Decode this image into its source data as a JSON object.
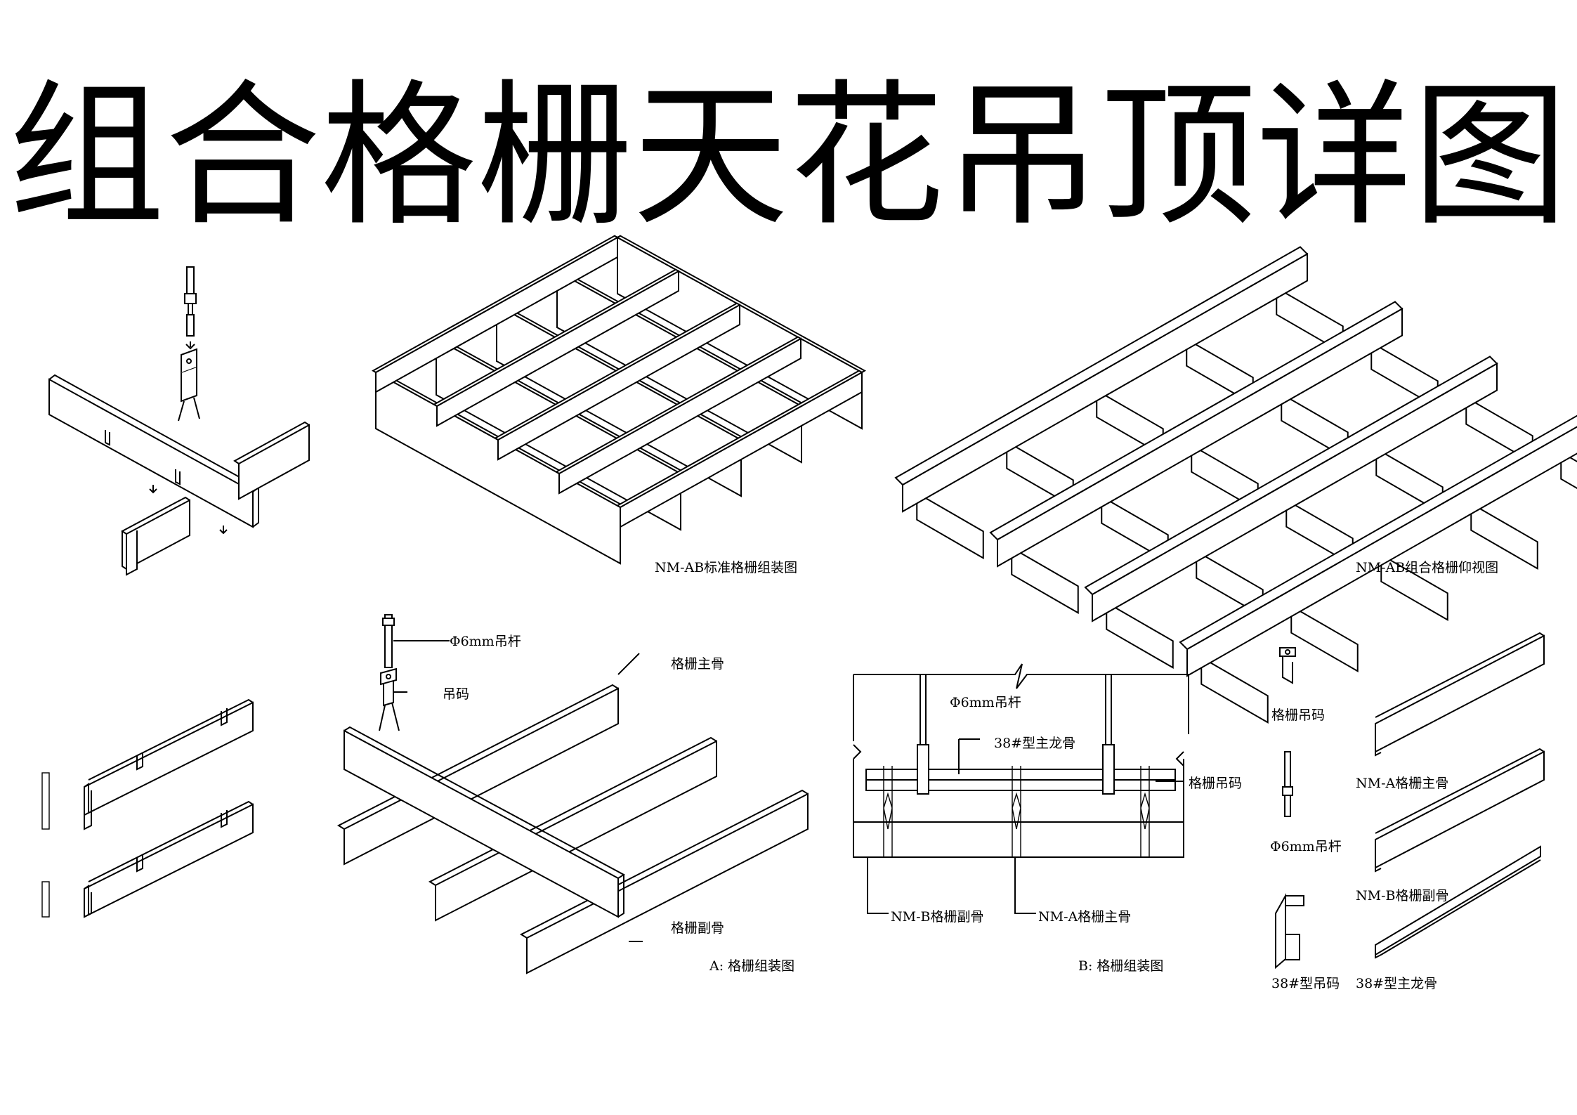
{
  "title": "组合格栅天花吊顶详图",
  "labels": {
    "standard_assembly": "NM-AB标准格栅组装图",
    "combined_bottom_view": "NM-AB组合格栅仰视图",
    "rod_a": "Φ6mm吊杆",
    "hanger_a": "吊码",
    "main_rib_a": "格栅主骨",
    "sub_rib_a": "格栅副骨",
    "caption_a": "A: 格栅组装图",
    "rod_b": "Φ6mm吊杆",
    "keel_b": "38#型主龙骨",
    "hanger_b": "格栅吊码",
    "sub_rib_b": "NM-B格栅副骨",
    "main_rib_b": "NM-A格栅主骨",
    "caption_b": "B: 格栅组装图",
    "part_hanger": "格栅吊码",
    "part_rod": "Φ6mm吊杆",
    "part_38_hanger": "38#型吊码",
    "part_main_rib": "NM-A格栅主骨",
    "part_sub_rib": "NM-B格栅副骨",
    "part_38_keel": "38#型主龙骨"
  }
}
